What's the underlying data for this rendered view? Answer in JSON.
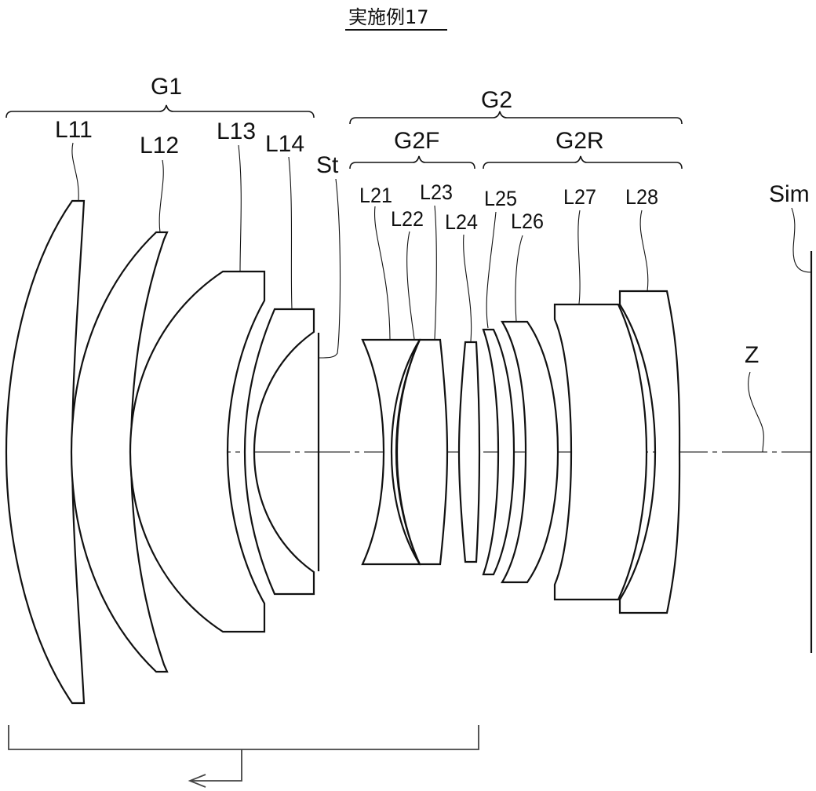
{
  "title": "実施例17",
  "groups": {
    "g1": "G1",
    "g2": "G2",
    "g2f": "G2F",
    "g2r": "G2R"
  },
  "lenses": {
    "l11": "L11",
    "l12": "L12",
    "l13": "L13",
    "l14": "L14",
    "l21": "L21",
    "l22": "L22",
    "l23": "L23",
    "l24": "L24",
    "l25": "L25",
    "l26": "L26",
    "l27": "L27",
    "l28": "L28"
  },
  "stop": "St",
  "image_plane": "Sim",
  "optical_axis": "Z"
}
